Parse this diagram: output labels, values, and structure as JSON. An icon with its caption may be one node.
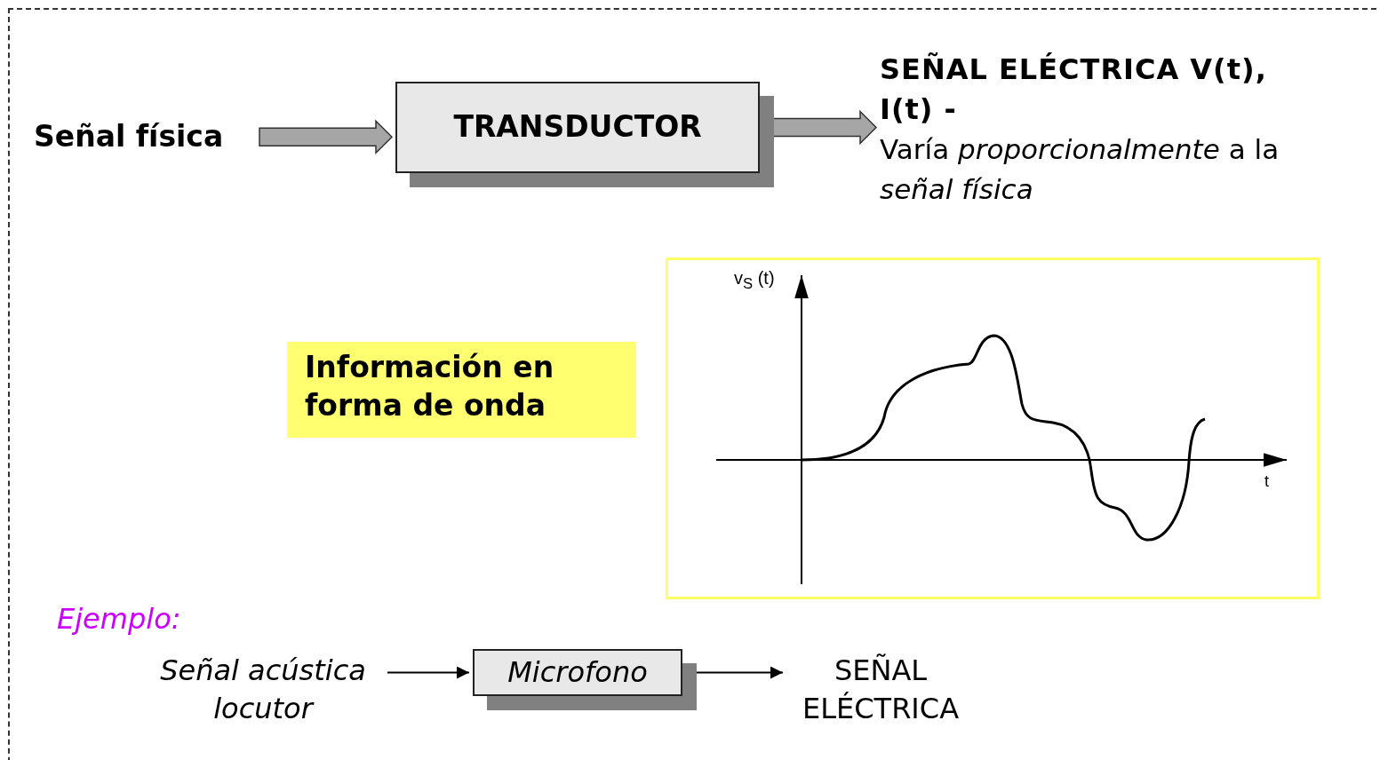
{
  "diagram": {
    "nodes": [
      {
        "text": [
          "Señal física"
        ]
      },
      {
        "text": [
          "TRANSDUCTOR"
        ]
      },
      {
        "text": [
          "SEÑAL ELÉCTRICA V(t), I(t) -",
          "Varía *proporcionalmente* a la *señal física*"
        ]
      },
      {
        "text": [
          "Información en forma de onda"
        ]
      },
      {
        "text": [],
        "shape": "picture"
      },
      {
        "text": [
          "Señal acústica locutor"
        ]
      },
      {
        "text": [
          "Microfono"
        ]
      },
      {
        "text": [
          "SEÑAL ELÉCTRICA"
        ]
      }
    ],
    "edges": [
      {
        "from": 0,
        "to": 1,
        "arrow": "to",
        "style": "thick"
      },
      {
        "from": 1,
        "to": 2,
        "arrow": "to",
        "style": "thick"
      },
      {
        "from": 5,
        "to": 6,
        "arrow": "to"
      },
      {
        "from": 6,
        "to": 7,
        "arrow": "to"
      }
    ],
    "labels": [
      "v$_{S}$ (t)",
      "t",
      "Ejemplo:"
    ]
  }
}
